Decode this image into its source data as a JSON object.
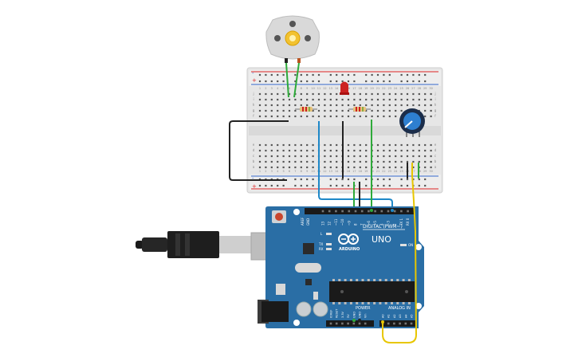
{
  "arduino": {
    "brand": "ARDUINO",
    "model": "UNO",
    "digital_header": "DIGITAL (PWM~)",
    "power_header": "POWER",
    "analog_header": "ANALOG IN",
    "led_on": "ON",
    "led_tx": "TX",
    "led_rx": "RX",
    "led_l": "L",
    "aref": "AREF",
    "gnd": "GND",
    "digital_pins": [
      "13",
      "12",
      "~11",
      "~10",
      "~9",
      "8",
      "7",
      "~6",
      "~5",
      "4",
      "~3",
      "2",
      "TX 1",
      "RX 0"
    ],
    "power_pins": [
      "IOREF",
      "RESET",
      "3.3V",
      "5V",
      "GND",
      "GND",
      "Vin"
    ],
    "analog_pins": [
      "A0",
      "A1",
      "A2",
      "A3",
      "A4",
      "A5"
    ]
  },
  "breadboard": {
    "column_numbers": [
      "1",
      "2",
      "3",
      "4",
      "5",
      "6",
      "7",
      "8",
      "9",
      "10",
      "11",
      "12",
      "13",
      "14",
      "15",
      "16",
      "17",
      "18",
      "19",
      "20",
      "21",
      "22",
      "23",
      "24",
      "25",
      "26",
      "27",
      "28",
      "29",
      "30"
    ],
    "row_letters_top": [
      "j",
      "i",
      "h",
      "g",
      "f"
    ],
    "row_letters_bottom": [
      "e",
      "d",
      "c",
      "b",
      "a"
    ],
    "rail_plus": "+",
    "rail_minus": "-"
  },
  "colors": {
    "board": "#2a6ea5",
    "board_dark": "#1f5787",
    "breadboard": "#e8e8e8",
    "wire_green": "#2eaa3a",
    "wire_blue": "#1e88c8",
    "wire_black": "#222222",
    "wire_yellow": "#e8c600",
    "rail_red": "#d22",
    "rail_blue": "#36c"
  },
  "icons": {
    "motor": "dc-motor-icon",
    "potentiometer": "potentiometer-icon",
    "led": "red-led-icon",
    "usb": "usb-cable-icon"
  }
}
